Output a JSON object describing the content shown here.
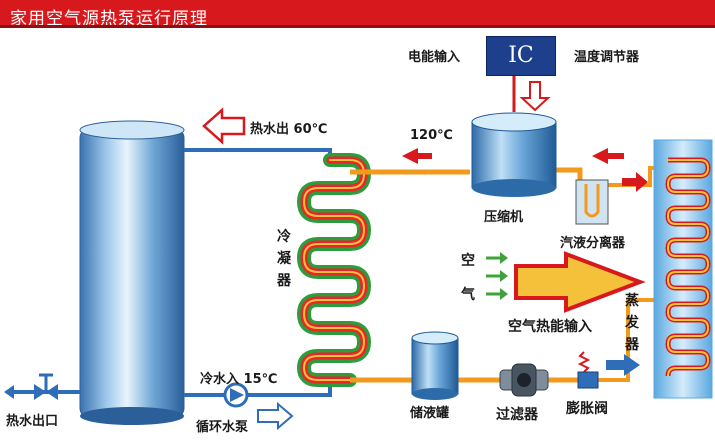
{
  "header": {
    "title": "家用空气源热泵运行原理"
  },
  "labels": {
    "electric_input": "电能输入",
    "ic": "IC",
    "thermostat": "温度调节器",
    "hot_water_out_60": "热水出 60℃",
    "temp_120": "120℃",
    "compressor": "压缩机",
    "gas_liquid_separator": "汽液分离器",
    "condenser": "冷凝器",
    "air_chars": [
      "空",
      "气"
    ],
    "air_heat_input": "空气热能输入",
    "evaporator": "蒸发器",
    "cold_water_in_15": "冷水入 15℃",
    "circulation_pump": "循环水泵",
    "hot_water_outlet": "热水出口",
    "liquid_tank": "储液罐",
    "filter": "过滤器",
    "expansion_valve": "膨胀阀"
  },
  "colors": {
    "header_red": "#d7191e",
    "arrow_red": "#d7191e",
    "pipe_orange": "#f39a1e",
    "coil_green": "#2e9b3c",
    "water_blue": "#2f6db8",
    "air_green": "#3ea33a",
    "ic_blue": "#1d3f8c"
  }
}
